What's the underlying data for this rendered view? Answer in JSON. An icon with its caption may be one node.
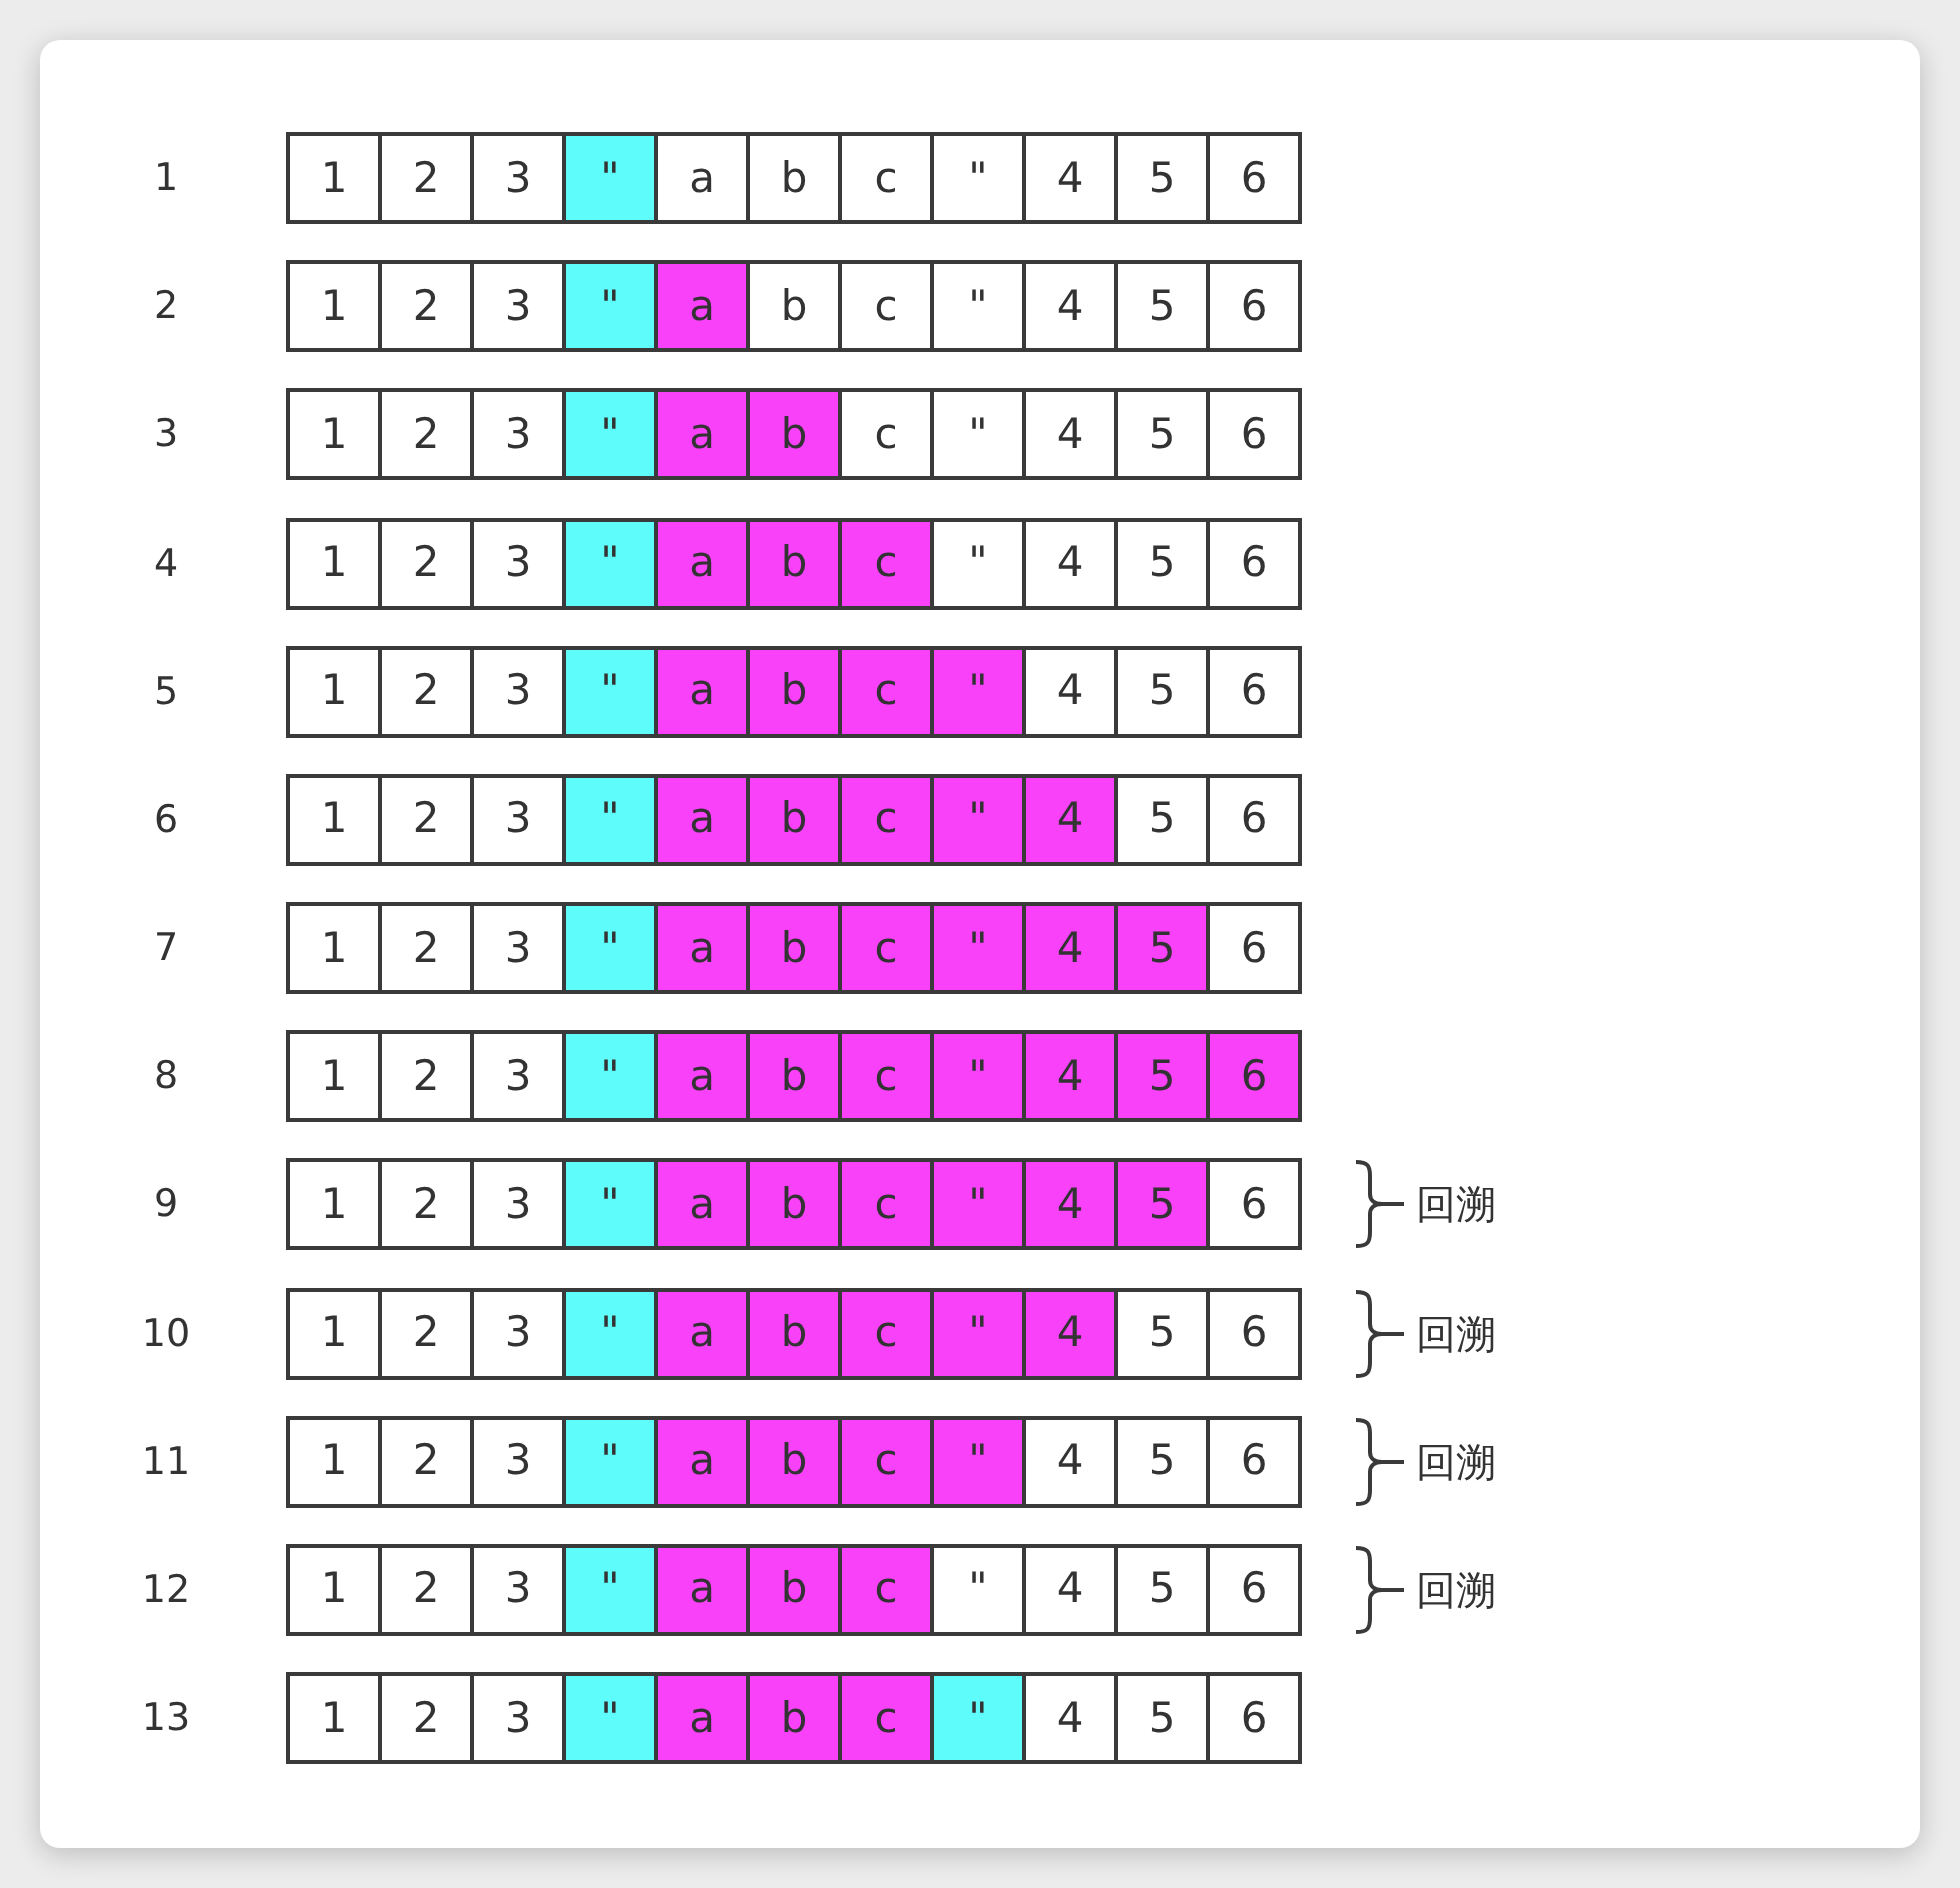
{
  "diagram": {
    "nodes": [
      {
        "text": [
          "1"
        ]
      },
      {
        "text": [
          "2"
        ]
      },
      {
        "text": [
          "3"
        ]
      },
      {
        "text": [
          "\""
        ]
      },
      {
        "text": [
          "a"
        ]
      },
      {
        "text": [
          "b"
        ]
      },
      {
        "text": [
          "c"
        ]
      },
      {
        "text": [
          "\""
        ]
      },
      {
        "text": [
          "4"
        ]
      },
      {
        "text": [
          "5"
        ]
      },
      {
        "text": [
          "6"
        ]
      },
      {
        "text": [
          "1"
        ]
      },
      {
        "text": [
          "2"
        ]
      },
      {
        "text": [
          "3"
        ]
      },
      {
        "text": [
          "\""
        ]
      },
      {
        "text": [
          "a"
        ]
      },
      {
        "text": [
          "b"
        ]
      },
      {
        "text": [
          "c"
        ]
      },
      {
        "text": [
          "\""
        ]
      },
      {
        "text": [
          "4"
        ]
      },
      {
        "text": [
          "5"
        ]
      },
      {
        "text": [
          "6"
        ]
      },
      {
        "text": [
          "1"
        ]
      },
      {
        "text": [
          "2"
        ]
      },
      {
        "text": [
          "3"
        ]
      },
      {
        "text": [
          "\""
        ]
      },
      {
        "text": [
          "a"
        ]
      },
      {
        "text": [
          "b"
        ]
      },
      {
        "text": [
          "c"
        ]
      },
      {
        "text": [
          "\""
        ]
      },
      {
        "text": [
          "4"
        ]
      },
      {
        "text": [
          "5"
        ]
      },
      {
        "text": [
          "6"
        ]
      },
      {
        "text": [
          "1"
        ]
      },
      {
        "text": [
          "2"
        ]
      },
      {
        "text": [
          "3"
        ]
      },
      {
        "text": [
          "\""
        ]
      },
      {
        "text": [
          "a"
        ]
      },
      {
        "text": [
          "b"
        ]
      },
      {
        "text": [
          "c"
        ]
      },
      {
        "text": [
          "\""
        ]
      },
      {
        "text": [
          "4"
        ]
      },
      {
        "text": [
          "5"
        ]
      },
      {
        "text": [
          "6"
        ]
      },
      {
        "text": [
          "1"
        ]
      },
      {
        "text": [
          "2"
        ]
      },
      {
        "text": [
          "3"
        ]
      },
      {
        "text": [
          "\""
        ]
      },
      {
        "text": [
          "a"
        ]
      },
      {
        "text": [
          "b"
        ]
      },
      {
        "text": [
          "c"
        ]
      },
      {
        "text": [
          "\""
        ]
      },
      {
        "text": [
          "4"
        ]
      },
      {
        "text": [
          "5"
        ]
      },
      {
        "text": [
          "6"
        ]
      },
      {
        "text": [
          "1"
        ]
      },
      {
        "text": [
          "2"
        ]
      },
      {
        "text": [
          "3"
        ]
      },
      {
        "text": [
          "\""
        ]
      },
      {
        "text": [
          "a"
        ]
      },
      {
        "text": [
          "b"
        ]
      },
      {
        "text": [
          "c"
        ]
      },
      {
        "text": [
          "\""
        ]
      },
      {
        "text": [
          "4"
        ]
      },
      {
        "text": [
          "5"
        ]
      },
      {
        "text": [
          "6"
        ]
      },
      {
        "text": [
          "1"
        ]
      },
      {
        "text": [
          "2"
        ]
      },
      {
        "text": [
          "3"
        ]
      },
      {
        "text": [
          "\""
        ]
      },
      {
        "text": [
          "a"
        ]
      },
      {
        "text": [
          "b"
        ]
      },
      {
        "text": [
          "c"
        ]
      },
      {
        "text": [
          "\""
        ]
      },
      {
        "text": [
          "4"
        ]
      },
      {
        "text": [
          "5"
        ]
      },
      {
        "text": [
          "6"
        ]
      },
      {
        "text": [
          "1"
        ]
      },
      {
        "text": [
          "2"
        ]
      },
      {
        "text": [
          "3"
        ]
      },
      {
        "text": [
          "\""
        ]
      },
      {
        "text": [
          "a"
        ]
      },
      {
        "text": [
          "b"
        ]
      },
      {
        "text": [
          "c"
        ]
      },
      {
        "text": [
          "\""
        ]
      },
      {
        "text": [
          "4"
        ]
      },
      {
        "text": [
          "5"
        ]
      },
      {
        "text": [
          "6"
        ]
      },
      {
        "text": [
          "1"
        ]
      },
      {
        "text": [
          "2"
        ]
      },
      {
        "text": [
          "3"
        ]
      },
      {
        "text": [
          "\""
        ]
      },
      {
        "text": [
          "a"
        ]
      },
      {
        "text": [
          "b"
        ]
      },
      {
        "text": [
          "c"
        ]
      },
      {
        "text": [
          "\""
        ]
      },
      {
        "text": [
          "4"
        ]
      },
      {
        "text": [
          "5"
        ]
      },
      {
        "text": [
          "6"
        ]
      },
      {
        "text": [
          "1"
        ]
      },
      {
        "text": [
          "2"
        ]
      },
      {
        "text": [
          "3"
        ]
      },
      {
        "text": [
          "\""
        ]
      },
      {
        "text": [
          "a"
        ]
      },
      {
        "text": [
          "b"
        ]
      },
      {
        "text": [
          "c"
        ]
      },
      {
        "text": [
          "\""
        ]
      },
      {
        "text": [
          "4"
        ]
      },
      {
        "text": [
          "5"
        ]
      },
      {
        "text": [
          "6"
        ]
      },
      {
        "text": [
          "1"
        ]
      },
      {
        "text": [
          "2"
        ]
      },
      {
        "text": [
          "3"
        ]
      },
      {
        "text": [
          "\""
        ]
      },
      {
        "text": [
          "a"
        ]
      },
      {
        "text": [
          "b"
        ]
      },
      {
        "text": [
          "c"
        ]
      },
      {
        "text": [
          "\""
        ]
      },
      {
        "text": [
          "4"
        ]
      },
      {
        "text": [
          "5"
        ]
      },
      {
        "text": [
          "6"
        ]
      },
      {
        "text": [
          "1"
        ]
      },
      {
        "text": [
          "2"
        ]
      },
      {
        "text": [
          "3"
        ]
      },
      {
        "text": [
          "\""
        ]
      },
      {
        "text": [
          "a"
        ]
      },
      {
        "text": [
          "b"
        ]
      },
      {
        "text": [
          "c"
        ]
      },
      {
        "text": [
          "\""
        ]
      },
      {
        "text": [
          "4"
        ]
      },
      {
        "text": [
          "5"
        ]
      },
      {
        "text": [
          "6"
        ]
      },
      {
        "text": [
          "1"
        ]
      },
      {
        "text": [
          "2"
        ]
      },
      {
        "text": [
          "3"
        ]
      },
      {
        "text": [
          "\""
        ]
      },
      {
        "text": [
          "a"
        ]
      },
      {
        "text": [
          "b"
        ]
      },
      {
        "text": [
          "c"
        ]
      },
      {
        "text": [
          "\""
        ]
      },
      {
        "text": [
          "4"
        ]
      },
      {
        "text": [
          "5"
        ]
      },
      {
        "text": [
          "6"
        ]
      }
    ],
    "labels": [
      "1",
      "2",
      "3",
      "4",
      "5",
      "6",
      "7",
      "8",
      "9",
      "回溯",
      "10",
      "回溯",
      "11",
      "回溯",
      "12",
      "回溯",
      "13"
    ]
  }
}
